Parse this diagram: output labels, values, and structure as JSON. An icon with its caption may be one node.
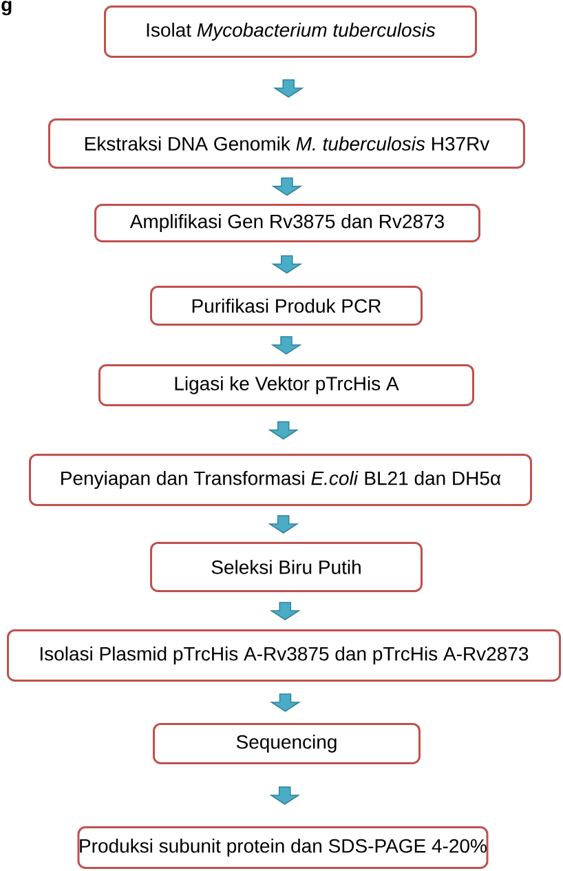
{
  "diagram": {
    "nodes": [
      {
        "text": [
          "Isolat *Mycobacterium tuberculosis*"
        ]
      },
      {
        "text": [
          "Ekstraksi DNA Genomik *M. tuberculosis* H37Rv"
        ]
      },
      {
        "text": [
          "Amplifikasi Gen Rv3875 dan Rv2873"
        ]
      },
      {
        "text": [
          "Purifikasi Produk PCR"
        ]
      },
      {
        "text": [
          "Ligasi ke Vektor pTrcHis A"
        ]
      },
      {
        "text": [
          "Penyiapan dan Transformasi *E.coli* BL21 dan DH5α"
        ]
      },
      {
        "text": [
          "Seleksi Biru Putih"
        ]
      },
      {
        "text": [
          "Isolasi Plasmid pTrcHis A-Rv3875 dan pTrcHis A-Rv2873"
        ]
      },
      {
        "text": [
          "Sequencing"
        ]
      },
      {
        "text": [
          "Produksi subunit protein dan SDS-PAGE 4-20%"
        ]
      }
    ],
    "edges": [
      {
        "from": 0,
        "to": 1,
        "arrow": "to"
      },
      {
        "from": 1,
        "to": 2,
        "arrow": "to"
      },
      {
        "from": 2,
        "to": 3,
        "arrow": "to"
      },
      {
        "from": 3,
        "to": 4,
        "arrow": "to"
      },
      {
        "from": 4,
        "to": 5,
        "arrow": "to"
      },
      {
        "from": 5,
        "to": 6,
        "arrow": "to"
      },
      {
        "from": 6,
        "to": 7,
        "arrow": "to"
      },
      {
        "from": 7,
        "to": 8,
        "arrow": "to"
      },
      {
        "from": 8,
        "to": 9,
        "arrow": "to"
      }
    ],
    "labels": [
      "g"
    ]
  }
}
